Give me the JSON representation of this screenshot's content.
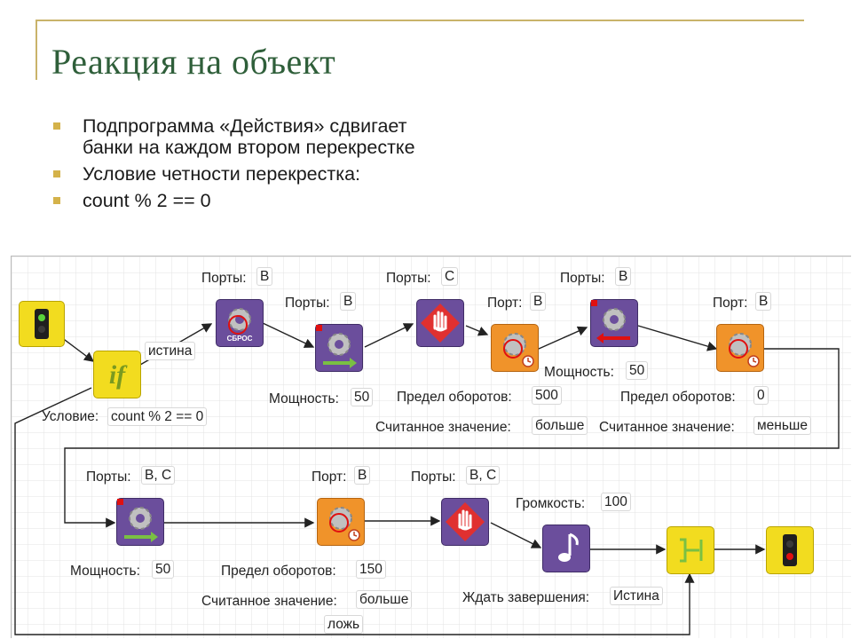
{
  "slide": {
    "title": "Реакция на объект",
    "bullets": [
      "Подпрограмма «Действия» сдвигает\nбанки на каждом втором перекрестке",
      "Условие четности перекрестка:",
      "count % 2 == 0"
    ]
  },
  "diagram": {
    "row1": {
      "condition_label": "Условие:",
      "condition_value": "count % 2 == 0",
      "true_label": "истина",
      "reset_ports_label": "Порты:",
      "reset_ports_value": "B",
      "reset_caption": "СБРОС",
      "motor1_ports_label": "Порты:",
      "motor1_ports_value": "B",
      "motor1_power_label": "Мощность:",
      "motor1_power_value": "50",
      "stop1_ports_label": "Порты:",
      "stop1_ports_value": "C",
      "wait1_port_label": "Порт:",
      "wait1_port_value": "B",
      "wait1_limit_label": "Предел оборотов:",
      "wait1_limit_value": "500",
      "wait1_read_label": "Считанное значение:",
      "wait1_read_value": "больше",
      "motor2_ports_label": "Порты:",
      "motor2_ports_value": "B",
      "motor2_power_label": "Мощность:",
      "motor2_power_value": "50",
      "wait2_port_label": "Порт:",
      "wait2_port_value": "B",
      "wait2_limit_label": "Предел оборотов:",
      "wait2_limit_value": "0",
      "wait2_read_label": "Считанное значение:",
      "wait2_read_value": "меньше"
    },
    "row2": {
      "motor3_ports_label": "Порты:",
      "motor3_ports_value": "B, C",
      "motor3_power_label": "Мощность:",
      "motor3_power_value": "50",
      "wait3_port_label": "Порт:",
      "wait3_port_value": "B",
      "wait3_limit_label": "Предел оборотов:",
      "wait3_limit_value": "150",
      "wait3_read_label": "Считанное значение:",
      "wait3_read_value": "больше",
      "stop2_ports_label": "Порты:",
      "stop2_ports_value": "B, C",
      "sound_volume_label": "Громкость:",
      "sound_volume_value": "100",
      "sound_wait_label": "Ждать завершения:",
      "sound_wait_value": "Истина",
      "false_label": "ложь"
    }
  },
  "colors": {
    "title": "#2f5f3a",
    "bullet": "#d4b24a",
    "rule": "#c9b36a",
    "purple_block": "#6b4e9c",
    "orange_block": "#f0932a",
    "yellow_block": "#f2dc1f",
    "red_marker": "#e01010",
    "green_arrow": "#7ac043"
  }
}
